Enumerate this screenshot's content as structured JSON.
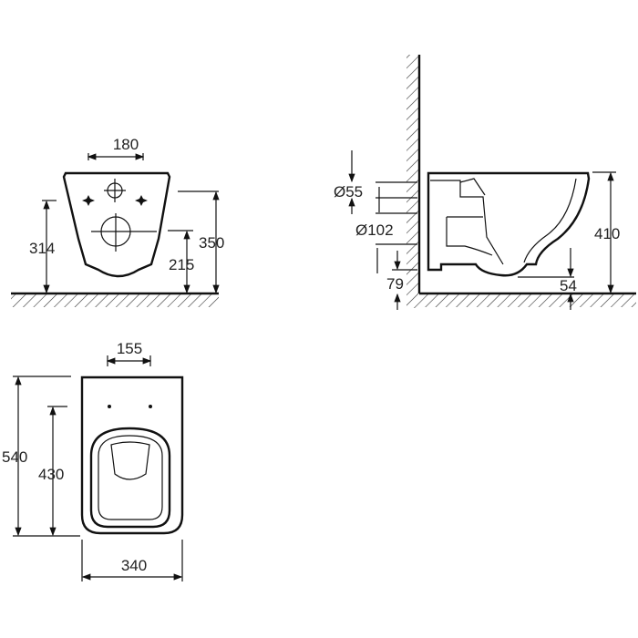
{
  "front_view": {
    "width_holes": "180",
    "height_314": "314",
    "height_350": "350",
    "height_215": "215"
  },
  "side_view": {
    "d55": "Ø55",
    "d102": "Ø102",
    "h79": "79",
    "h410": "410",
    "h54": "54"
  },
  "top_view": {
    "width_155": "155",
    "length_540": "540",
    "length_430": "430",
    "width_340": "340"
  }
}
